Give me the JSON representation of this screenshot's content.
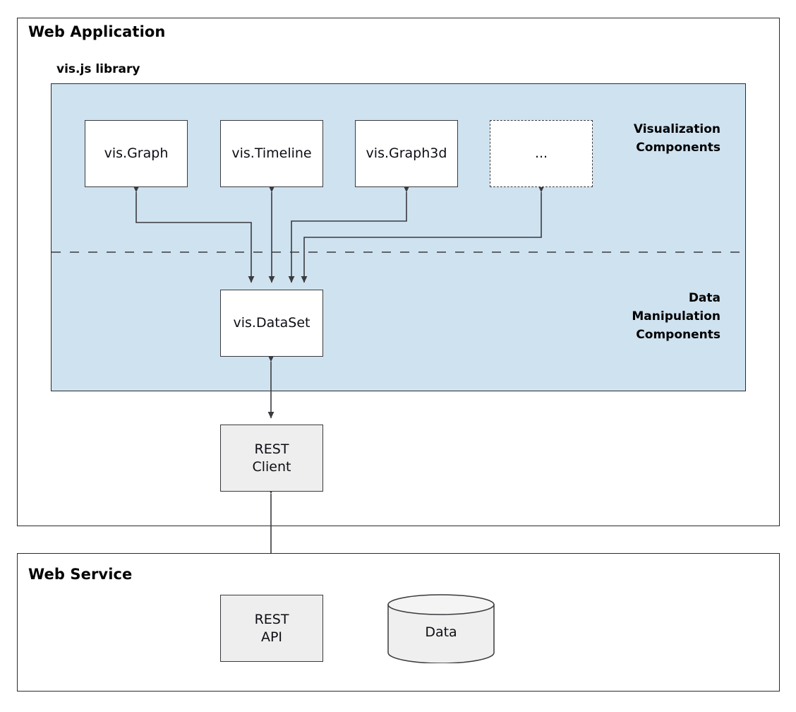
{
  "diagram": {
    "type": "architecture-block-diagram",
    "title": "vis.js web application architecture",
    "colors": {
      "library_band": "#cfe2f0",
      "node_fill": "#ffffff",
      "gray_node_fill": "#eeeeee",
      "border": "#2a2a2e",
      "text": "#000000"
    }
  },
  "web_application": {
    "title": "Web Application",
    "library_label": "vis.js library",
    "band_captions": {
      "visualization": "Visualization\nComponents",
      "data_manipulation": "Data\nManipulation\nComponents"
    },
    "visualization_components": [
      {
        "label": "vis.Graph",
        "style": "solid"
      },
      {
        "label": "vis.Timeline",
        "style": "solid"
      },
      {
        "label": "vis.Graph3d",
        "style": "solid"
      },
      {
        "label": "...",
        "style": "dashed"
      }
    ],
    "data_components": [
      {
        "label": "vis.DataSet",
        "style": "solid"
      }
    ],
    "client": {
      "label": "REST\nClient",
      "style": "gray"
    }
  },
  "web_service": {
    "title": "Web Service",
    "api": {
      "label": "REST\nAPI",
      "style": "gray"
    },
    "datastore": {
      "label": "Data",
      "shape": "cylinder"
    }
  },
  "connections": [
    {
      "from": "vis.DataSet",
      "to": "vis.Graph",
      "direction": "bidirectional"
    },
    {
      "from": "vis.DataSet",
      "to": "vis.Timeline",
      "direction": "bidirectional"
    },
    {
      "from": "vis.DataSet",
      "to": "vis.Graph3d",
      "direction": "bidirectional"
    },
    {
      "from": "vis.DataSet",
      "to": "...",
      "direction": "bidirectional"
    },
    {
      "from": "vis.DataSet",
      "to": "REST Client",
      "direction": "bidirectional"
    },
    {
      "from": "REST Client",
      "to": "REST API",
      "direction": "bidirectional"
    },
    {
      "from": "REST API",
      "to": "Data",
      "direction": "bidirectional"
    }
  ]
}
